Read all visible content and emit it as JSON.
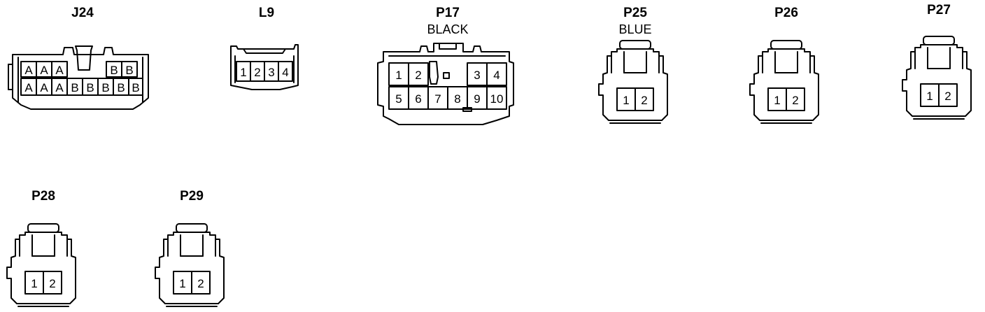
{
  "connectors": [
    {
      "id": "J24",
      "title": "J24",
      "subtitle": "",
      "pins_row1": [
        "A",
        "A",
        "A",
        "",
        "",
        "",
        "B",
        "B"
      ],
      "pins_row2": [
        "A",
        "A",
        "A",
        "B",
        "B",
        "B",
        "B",
        "B"
      ]
    },
    {
      "id": "L9",
      "title": "L9",
      "subtitle": "",
      "pins": [
        "1",
        "2",
        "3",
        "4"
      ]
    },
    {
      "id": "P17",
      "title": "P17",
      "subtitle": "BLACK",
      "pins_row1": [
        "1",
        "2",
        "",
        "",
        "3",
        "4"
      ],
      "pins_row2": [
        "5",
        "6",
        "7",
        "8",
        "9",
        "10"
      ]
    },
    {
      "id": "P25",
      "title": "P25",
      "subtitle": "BLUE",
      "pins": [
        "1",
        "2"
      ]
    },
    {
      "id": "P26",
      "title": "P26",
      "subtitle": "",
      "pins": [
        "1",
        "2"
      ]
    },
    {
      "id": "P27",
      "title": "P27",
      "subtitle": "",
      "pins": [
        "1",
        "2"
      ]
    },
    {
      "id": "P28",
      "title": "P28",
      "subtitle": "",
      "pins": [
        "1",
        "2"
      ]
    },
    {
      "id": "P29",
      "title": "P29",
      "subtitle": "",
      "pins": [
        "1",
        "2"
      ]
    }
  ]
}
